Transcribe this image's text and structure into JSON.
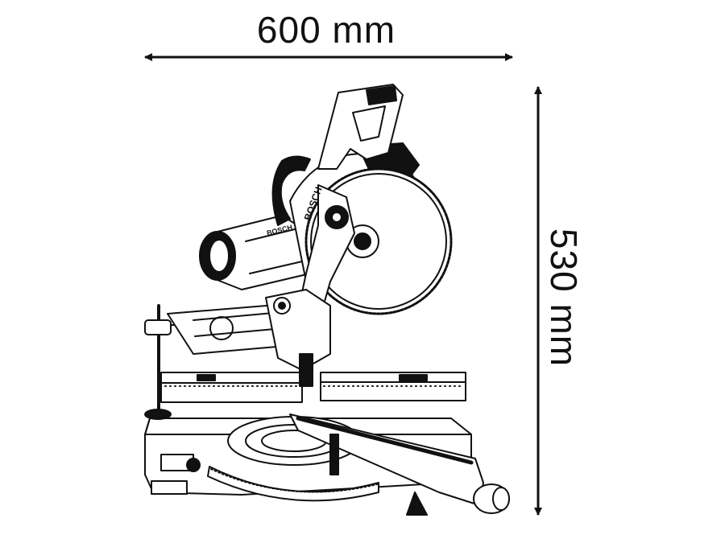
{
  "dimensions": {
    "width_label": "600 mm",
    "height_label": "530 mm"
  },
  "product": {
    "brand": "BOSCH"
  },
  "colors": {
    "line": "#111111",
    "fill_light": "#ffffff",
    "fill_dark": "#111111"
  }
}
